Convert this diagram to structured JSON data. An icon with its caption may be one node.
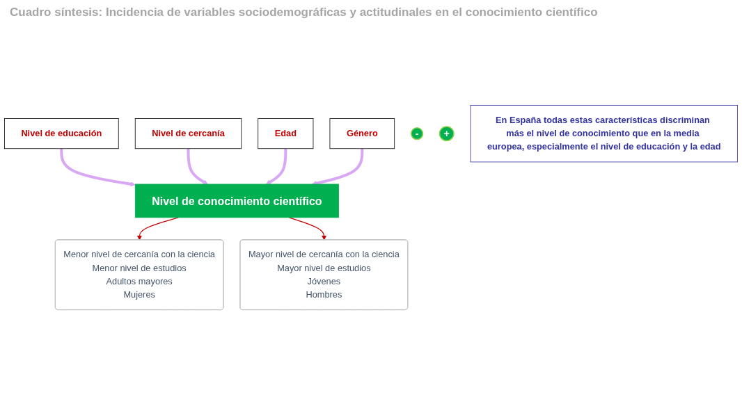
{
  "diagram": {
    "title": "Cuadro síntesis:  Incidencia de variables sociodemográficas y  actitudinales en el conocimiento científico",
    "nodes": [
      {
        "text": [
          "Género"
        ]
      },
      {
        "text": [
          "Edad"
        ]
      },
      {
        "text": [
          "Nivel de educación"
        ]
      },
      {
        "text": [
          "Nivel de cercanía"
        ]
      },
      {
        "text": [
          "Nivel de conocimiento científico"
        ]
      },
      {
        "text": [
          "-"
        ]
      },
      {
        "text": [
          "+"
        ]
      },
      {
        "text": [
          "Menor nivel de cercanía con la ciencia",
          "Menor nivel de estudios",
          "Adultos mayores",
          "Mujeres"
        ]
      },
      {
        "text": [
          "Mayor nivel de cercanía con la ciencia",
          "Mayor nivel de estudios",
          "Jóvenes",
          "Hombres"
        ]
      },
      {
        "text": [
          "En España todas estas características discriminan más el nivel de conocimiento que en la media europea, especialmente el nivel de educación y la edad"
        ]
      }
    ],
    "edges": [
      {
        "from": 2,
        "to": 4,
        "arrow": "to"
      },
      {
        "from": 3,
        "to": 4,
        "arrow": "to"
      },
      {
        "from": 1,
        "to": 4,
        "arrow": "to"
      },
      {
        "from": 0,
        "to": 4,
        "arrow": "to"
      },
      {
        "from": 4,
        "to": 7,
        "arrow": "to",
        "color": "#c00000"
      },
      {
        "from": 4,
        "to": 8,
        "arrow": "to",
        "color": "#c00000"
      }
    ]
  }
}
